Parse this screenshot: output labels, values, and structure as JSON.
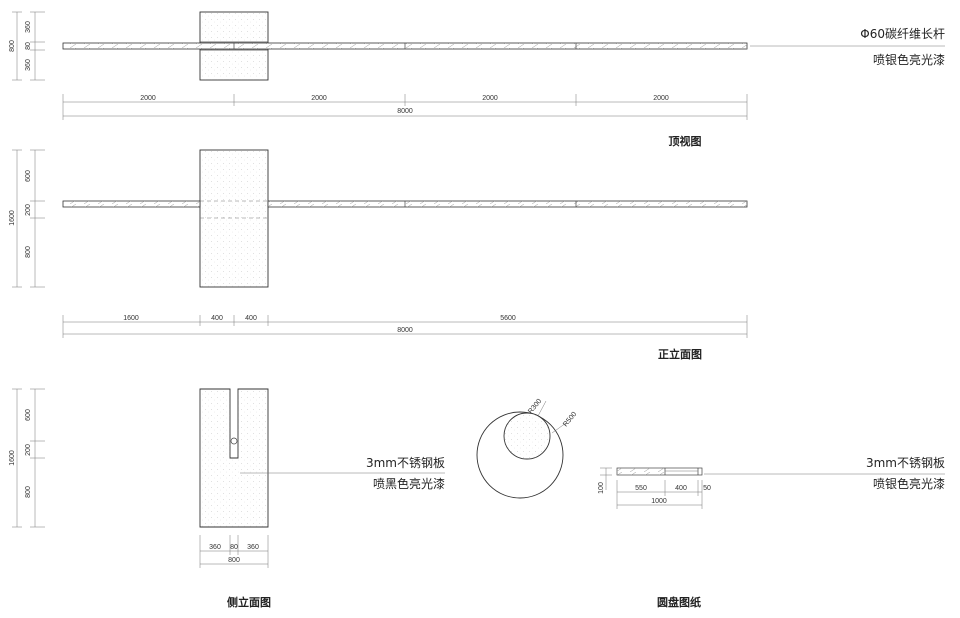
{
  "views": {
    "top": {
      "caption": "顶视图",
      "left_dims": [
        "360",
        "80",
        "360",
        "800"
      ],
      "bottom_dims": [
        "2000",
        "2000",
        "2000",
        "2000"
      ],
      "total_dim": "8000",
      "callout_line1": "Φ60碳纤维长杆",
      "callout_line2": "喷银色亮光漆"
    },
    "front": {
      "caption": "正立面图",
      "left_dims": [
        "600",
        "200",
        "800",
        "1600"
      ],
      "bottom_dims": [
        "1600",
        "400",
        "400",
        "5600"
      ],
      "total_dim": "8000"
    },
    "side": {
      "caption": "侧立面图",
      "left_dims": [
        "600",
        "200",
        "800",
        "1600"
      ],
      "bottom_dims": [
        "360",
        "80",
        "360"
      ],
      "total_dim": "800",
      "callout_line1": "3mm不锈钢板",
      "callout_line2": "喷黑色亮光漆"
    },
    "disc": {
      "caption": "圆盘图纸",
      "radius_inner": "R300",
      "radius_outer": "R500",
      "height_dim": "100",
      "bottom_dims": [
        "550",
        "400",
        "50"
      ],
      "total_dim": "1000",
      "callout_line1": "3mm不锈钢板",
      "callout_line2": "喷银色亮光漆"
    }
  }
}
